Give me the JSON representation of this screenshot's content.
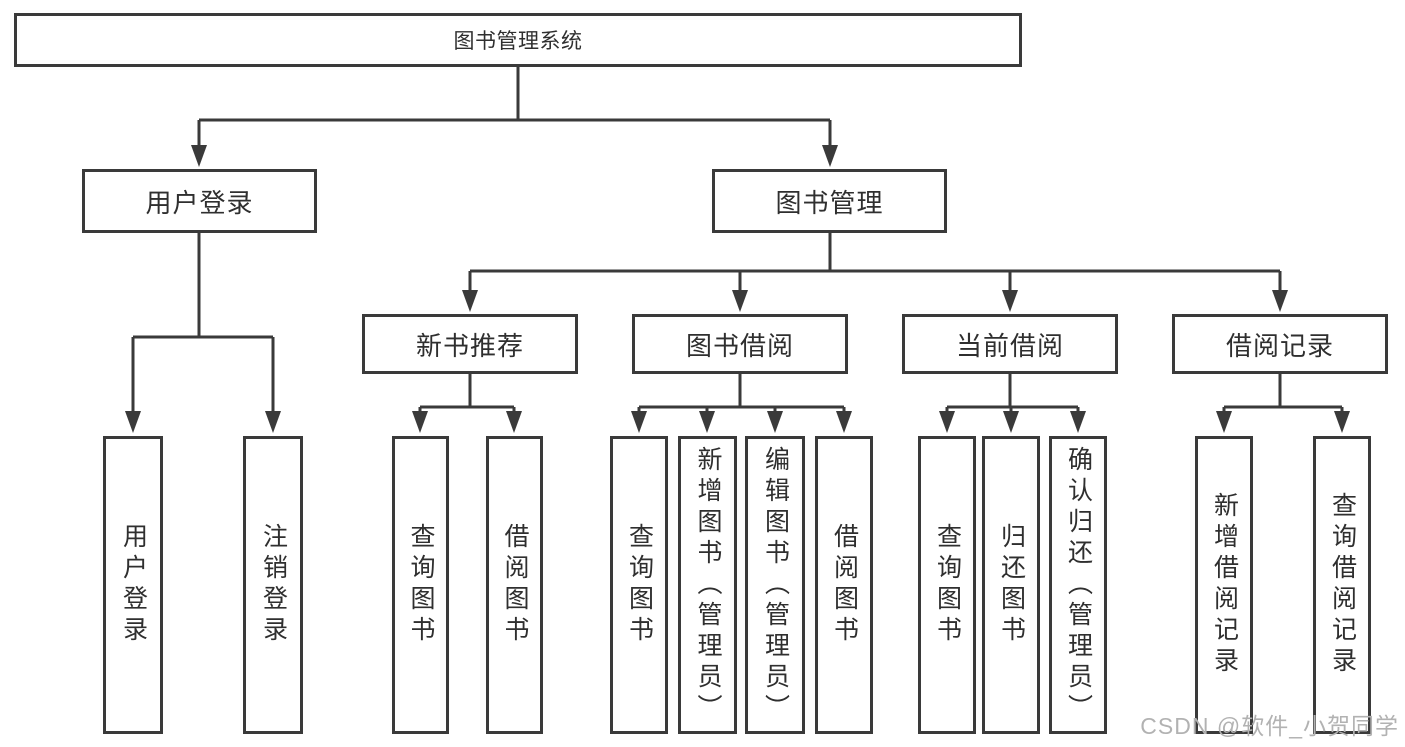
{
  "diagram": {
    "type": "tree-structure-chart",
    "colors": {
      "background": "#ffffff",
      "line": "#3a3a3a",
      "text": "#2f2f2f",
      "watermark": "#b2b2b2"
    },
    "watermark": {
      "text": "CSDN @软件_小贺同学"
    },
    "tree": {
      "root": {
        "label": "图书管理系统",
        "children": [
          {
            "label": "用户登录",
            "children": [
              {
                "label": "用户登录"
              },
              {
                "label": "注销登录"
              }
            ]
          },
          {
            "label": "图书管理",
            "children": [
              {
                "label": "新书推荐",
                "children": [
                  {
                    "label": "查询图书"
                  },
                  {
                    "label": "借阅图书"
                  }
                ]
              },
              {
                "label": "图书借阅",
                "children": [
                  {
                    "label": "查询图书"
                  },
                  {
                    "label": "新增图书（管理员）"
                  },
                  {
                    "label": "编辑图书（管理员）"
                  },
                  {
                    "label": "借阅图书"
                  }
                ]
              },
              {
                "label": "当前借阅",
                "children": [
                  {
                    "label": "查询图书"
                  },
                  {
                    "label": "归还图书"
                  },
                  {
                    "label": "确认归还（管理员）"
                  }
                ]
              },
              {
                "label": "借阅记录",
                "children": [
                  {
                    "label": "新增借阅记录"
                  },
                  {
                    "label": "查询借阅记录"
                  }
                ]
              }
            ]
          }
        ]
      }
    }
  }
}
